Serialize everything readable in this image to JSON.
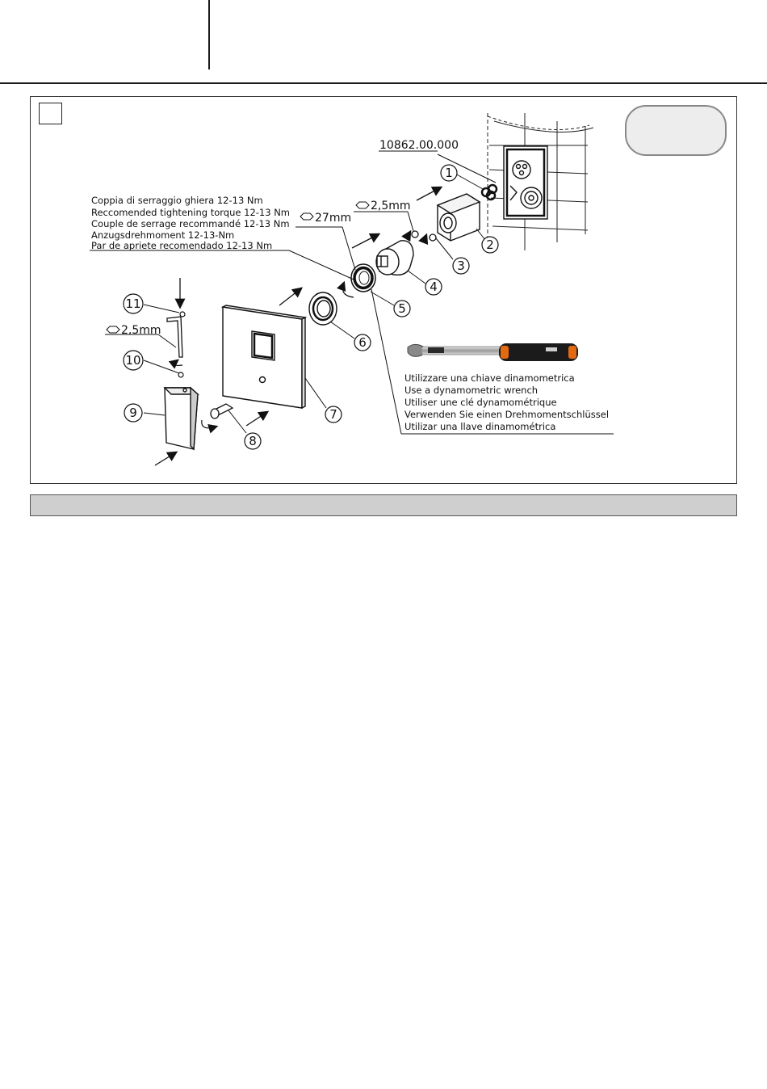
{
  "part_code": "10862.00.000",
  "torque_text": {
    "it": "Coppia di serraggio ghiera 12-13 Nm",
    "en": "Reccomended tightening torque 12-13 Nm",
    "fr": "Couple de serrage recommandé 12-13 Nm",
    "de": "Anzugsdrehmoment 12-13-Nm",
    "es": "Par de apriete recomendado 12-13 Nm"
  },
  "sizes": {
    "hex_27": "27mm",
    "hex_2_5_top": "2,5mm",
    "hex_2_5_left": "2,5mm"
  },
  "wrench_text": {
    "it": "Utilizzare una chiave dinamometrica",
    "en": "Use a dynamometric wrench",
    "fr": "Utiliser une clé dynamométrique",
    "de": "Verwenden Sie einen Drehmomentschlüssel",
    "es": "Utilizar una llave dinamométrica"
  },
  "callouts": {
    "n1": "1",
    "n2": "2",
    "n3": "3",
    "n4": "4",
    "n5": "5",
    "n6": "6",
    "n7": "7",
    "n8": "8",
    "n9": "9",
    "n10": "10",
    "n11": "11"
  },
  "icons": [
    "hex-key-icon",
    "arrow-icon",
    "rotation-icon",
    "torque-wrench-icon"
  ]
}
